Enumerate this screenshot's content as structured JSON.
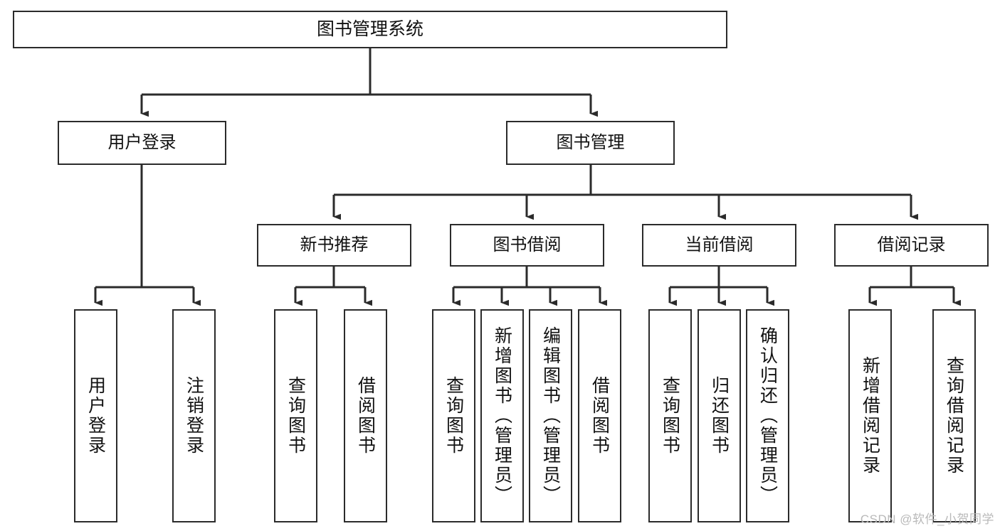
{
  "diagram": {
    "title": "图书管理系统",
    "type": "tree",
    "stroke_color": "#2b2b2b",
    "fill_color": "#ffffff",
    "text_color": "#111111"
  },
  "watermark": {
    "text": "CSDN @软件_小贺同学",
    "color": "#b9b9b9"
  },
  "nodes": {
    "root": {
      "label": "图书管理系统",
      "level": 0
    },
    "user_login": {
      "label": "用户登录",
      "level": 1
    },
    "book_manage": {
      "label": "图书管理",
      "level": 1
    },
    "new_book_rec": {
      "label": "新书推荐",
      "level": 2
    },
    "book_borrow": {
      "label": "图书借阅",
      "level": 2
    },
    "current_borrow": {
      "label": "当前借阅",
      "level": 2
    },
    "borrow_record": {
      "label": "借阅记录",
      "level": 2
    },
    "leaf_user_login": {
      "label": "用户登录",
      "level": 3
    },
    "leaf_user_logout": {
      "label": "注销登录",
      "level": 3
    },
    "leaf_query_book_1": {
      "label": "查询图书",
      "level": 3
    },
    "leaf_borrow_book_1": {
      "label": "借阅图书",
      "level": 3
    },
    "leaf_query_book_2": {
      "label": "查询图书",
      "level": 3
    },
    "leaf_add_book": {
      "label": "新增图书（管理员）",
      "level": 3
    },
    "leaf_edit_book": {
      "label": "编辑图书（管理员）",
      "level": 3
    },
    "leaf_borrow_book_2": {
      "label": "借阅图书",
      "level": 3
    },
    "leaf_query_book_3": {
      "label": "查询图书",
      "level": 3
    },
    "leaf_return_book": {
      "label": "归还图书",
      "level": 3
    },
    "leaf_confirm_return": {
      "label": "确认归还（管理员）",
      "level": 3
    },
    "leaf_add_record": {
      "label": "新增借阅记录",
      "level": 3
    },
    "leaf_query_record": {
      "label": "查询借阅记录",
      "level": 3
    }
  },
  "edges": [
    {
      "from": "root",
      "to": "user_login"
    },
    {
      "from": "root",
      "to": "book_manage"
    },
    {
      "from": "book_manage",
      "to": "new_book_rec"
    },
    {
      "from": "book_manage",
      "to": "book_borrow"
    },
    {
      "from": "book_manage",
      "to": "current_borrow"
    },
    {
      "from": "book_manage",
      "to": "borrow_record"
    },
    {
      "from": "user_login",
      "to": "leaf_user_login"
    },
    {
      "from": "user_login",
      "to": "leaf_user_logout"
    },
    {
      "from": "new_book_rec",
      "to": "leaf_query_book_1"
    },
    {
      "from": "new_book_rec",
      "to": "leaf_borrow_book_1"
    },
    {
      "from": "book_borrow",
      "to": "leaf_query_book_2"
    },
    {
      "from": "book_borrow",
      "to": "leaf_add_book"
    },
    {
      "from": "book_borrow",
      "to": "leaf_edit_book"
    },
    {
      "from": "book_borrow",
      "to": "leaf_borrow_book_2"
    },
    {
      "from": "current_borrow",
      "to": "leaf_query_book_3"
    },
    {
      "from": "current_borrow",
      "to": "leaf_return_book"
    },
    {
      "from": "current_borrow",
      "to": "leaf_confirm_return"
    },
    {
      "from": "borrow_record",
      "to": "leaf_add_record"
    },
    {
      "from": "borrow_record",
      "to": "leaf_query_record"
    }
  ]
}
